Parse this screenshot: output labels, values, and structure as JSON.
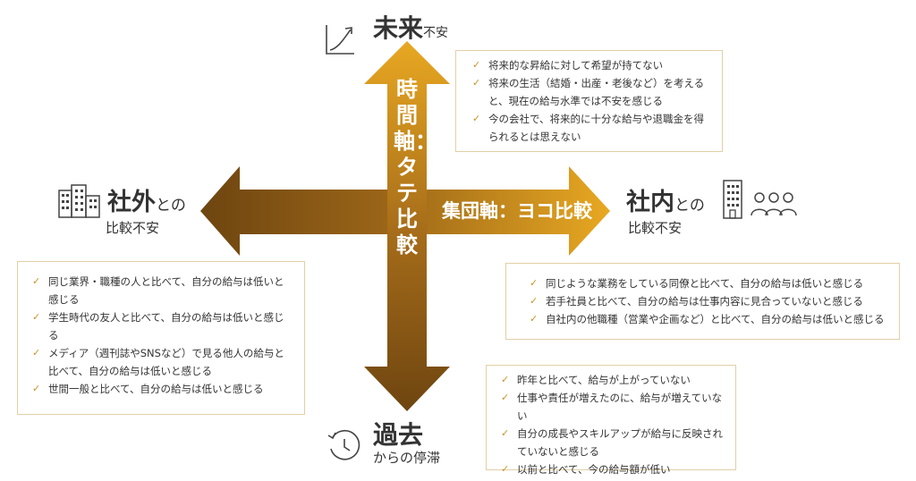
{
  "colors": {
    "arrow_light": "#e2a020",
    "arrow_dark": "#7a4e10",
    "box_border": "#e2cfa6",
    "check": "#c9932a"
  },
  "axes": {
    "vertical": "時間軸：タテ比較",
    "horizontal": "集団軸：ヨコ比較"
  },
  "future": {
    "title_big": "未来",
    "title_small": "不安",
    "icon": "trending-up-icon",
    "items": [
      "将来的な昇給に対して希望が持てない",
      "将来の生活（結婚・出産・老後など）を考えると、現在の給与水準では不安を感じる",
      "今の会社で、将来的に十分な給与や退職金を得られるとは思えない"
    ]
  },
  "outside": {
    "title_big": "社外",
    "title_suffix": "との",
    "title_line2": "比較不安",
    "icon": "buildings-icon",
    "items": [
      "同じ業界・職種の人と比べて、自分の給与は低いと感じる",
      "学生時代の友人と比べて、自分の給与は低いと感じる",
      "メディア（週刊誌やSNSなど）で見る他人の給与と比べて、自分の給与は低いと感じる",
      "世間一般と比べて、自分の給与は低いと感じる"
    ]
  },
  "inside": {
    "title_big": "社内",
    "title_suffix": "との",
    "title_line2": "比較不安",
    "icon": "office-building-icon",
    "icon2": "people-group-icon",
    "items": [
      "同じような業務をしている同僚と比べて、自分の給与は低いと感じる",
      "若手社員と比べて、自分の給与は仕事内容に見合っていないと感じる",
      "自社内の他職種（営業や企画など）と比べて、自分の給与は低いと感じる"
    ]
  },
  "past": {
    "title_big": "過去",
    "title_line2": "からの停滞",
    "icon": "clock-history-icon",
    "items": [
      "昨年と比べて、給与が上がっていない",
      "仕事や責任が増えたのに、給与が増えていない",
      "自分の成長やスキルアップが給与に反映されていないと感じる",
      "以前と比べて、今の給与額が低い"
    ]
  }
}
